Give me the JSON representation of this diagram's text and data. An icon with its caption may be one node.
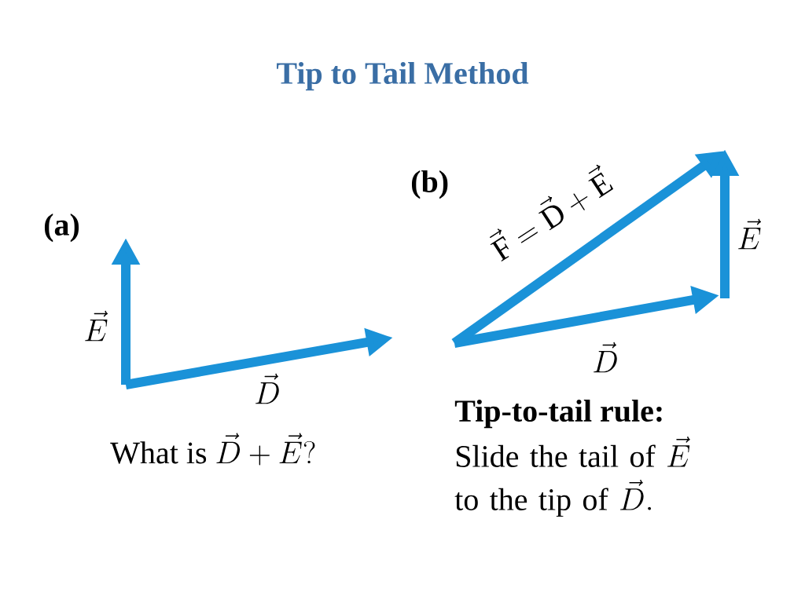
{
  "diagram": {
    "title": "Tip to Tail Method",
    "labels": [
      "(a)",
      "\\vec{E}",
      "\\vec{D}",
      "\\mbox{What is }\\vec{D}+\\vec{E}?",
      "(b)",
      "\\vec{\\mathrm{F}}=\\vec{\\mathrm{D}}+\\vec{\\mathrm{E}}",
      "\\vec{E}",
      "\\vec{D}",
      "Tip-to-tail rule:",
      "\\mbox{Slide the tail of }\\vec{E}\\allowbreak\\ \\mbox{to the tip of }\\vec{D}."
    ]
  }
}
